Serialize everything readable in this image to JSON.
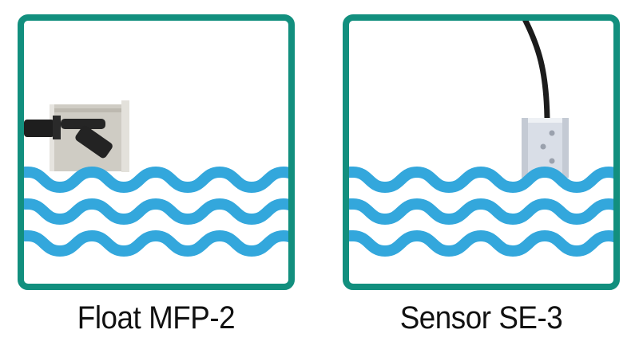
{
  "colors": {
    "frame": "#128f7e",
    "water": "#33a7dc",
    "background": "#ffffff",
    "label_text": "#111111",
    "cable": "#1a1a1a",
    "sensor_body": "#d9dee7",
    "float_housing": "#c8c5bd"
  },
  "panels": [
    {
      "label": "Float MFP-2",
      "device": "float-switch",
      "waves": 3
    },
    {
      "label": "Sensor SE-3",
      "device": "electrode-sensor",
      "waves": 3
    }
  ]
}
